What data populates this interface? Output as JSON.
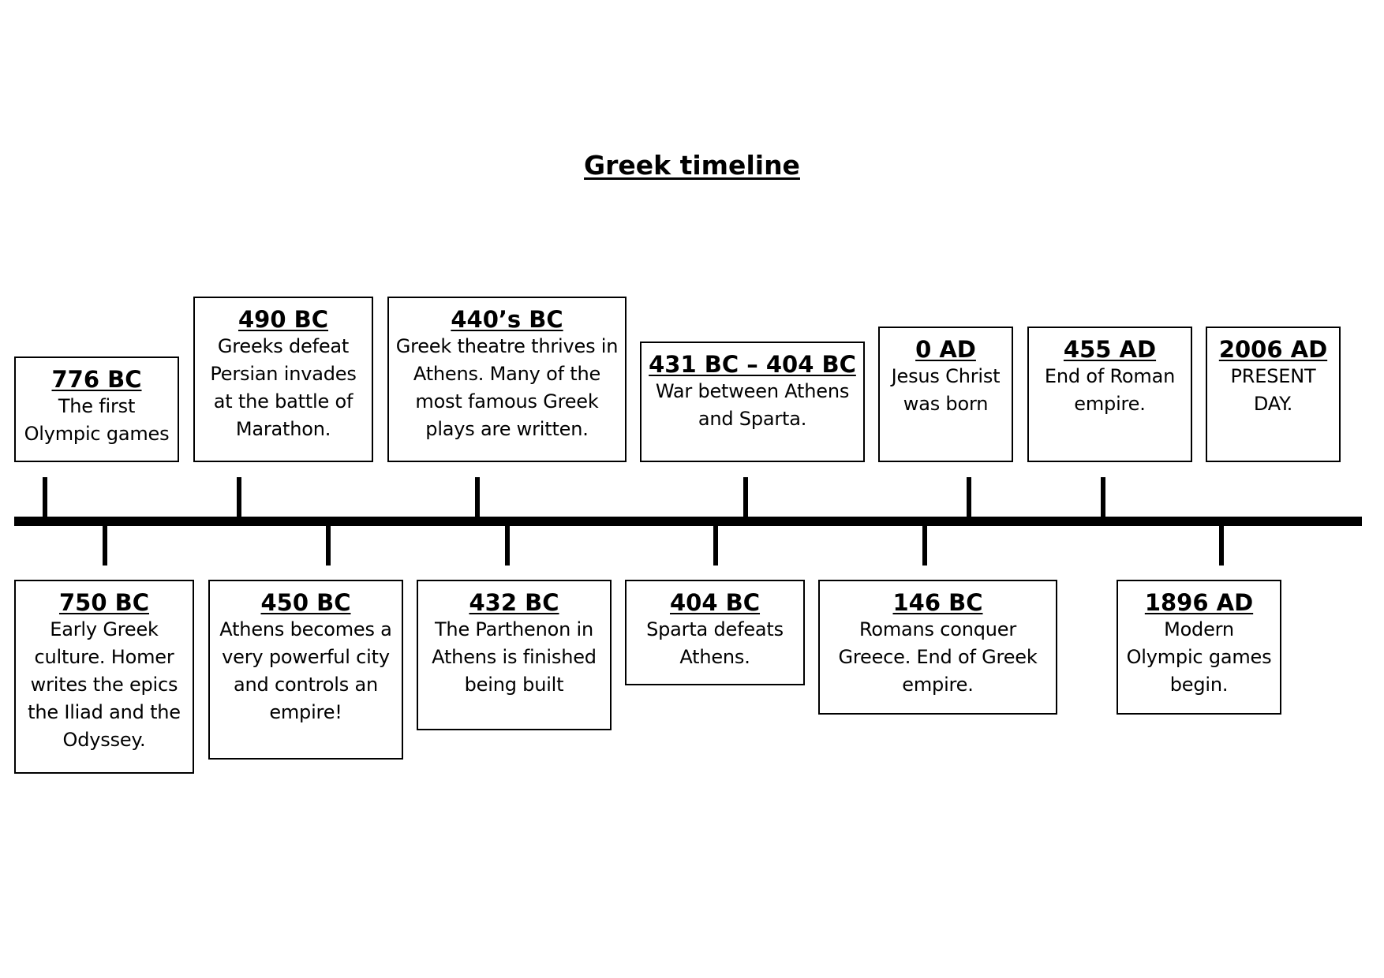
{
  "title": "Greek timeline",
  "events_above": [
    {
      "date": "776 BC",
      "text": "The first Olympic games"
    },
    {
      "date": "490 BC",
      "text": "Greeks defeat Persian invades at the battle of Marathon."
    },
    {
      "date": "440’s BC",
      "text": "Greek theatre thrives in Athens. Many of the most famous Greek plays are written."
    },
    {
      "date": "431 BC – 404 BC",
      "text": "War between Athens and Sparta."
    },
    {
      "date": "0 AD",
      "text": "Jesus Christ was born"
    },
    {
      "date": "455 AD",
      "text": "End of Roman empire."
    },
    {
      "date": "2006 AD",
      "text": "PRESENT DAY."
    }
  ],
  "events_below": [
    {
      "date": "750 BC",
      "text": "Early Greek culture. Homer writes the epics the Iliad and the Odyssey."
    },
    {
      "date": "450 BC",
      "text": "Athens becomes a very powerful city and controls an empire!"
    },
    {
      "date": "432 BC",
      "text": "The Parthenon in Athens is finished being built"
    },
    {
      "date": "404 BC",
      "text": "Sparta defeats Athens."
    },
    {
      "date": "146 BC",
      "text": "Romans conquer Greece. End of Greek empire."
    },
    {
      "date": "1896 AD",
      "text": "Modern Olympic games begin."
    }
  ]
}
